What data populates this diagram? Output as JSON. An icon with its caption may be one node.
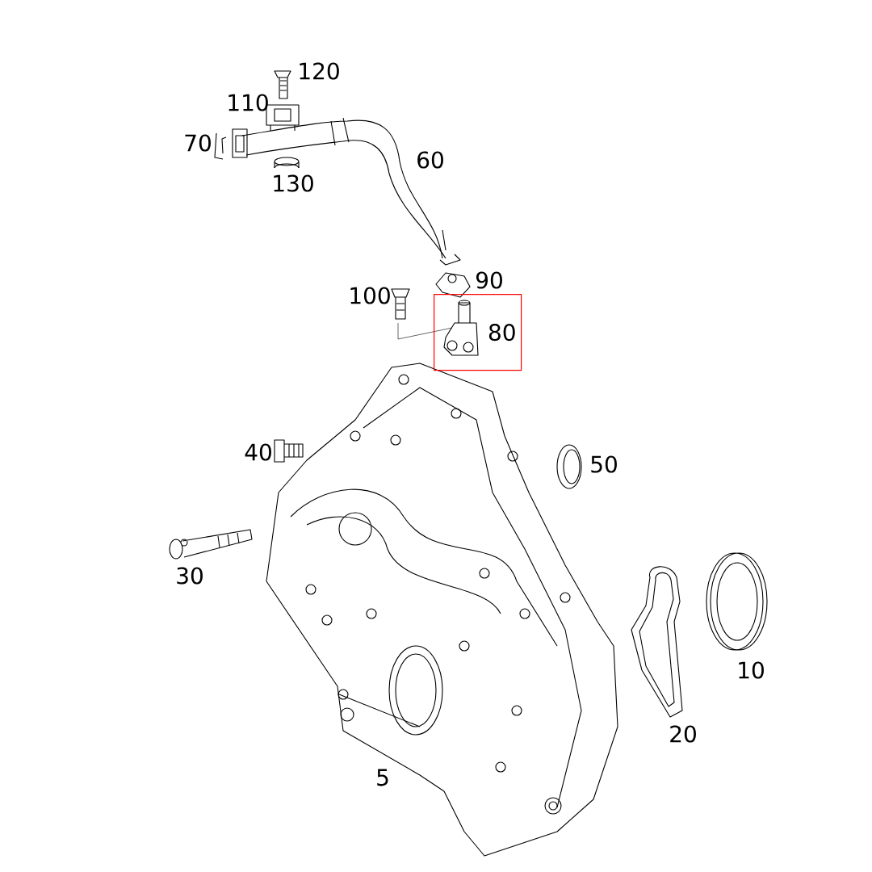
{
  "diagram": {
    "nodes": [
      {
        "text": [
          "80"
        ]
      }
    ],
    "labels": [
      "120",
      "110",
      "70",
      "130",
      "60",
      "90",
      "100",
      "40",
      "50",
      "30",
      "10",
      "20",
      "5"
    ]
  }
}
